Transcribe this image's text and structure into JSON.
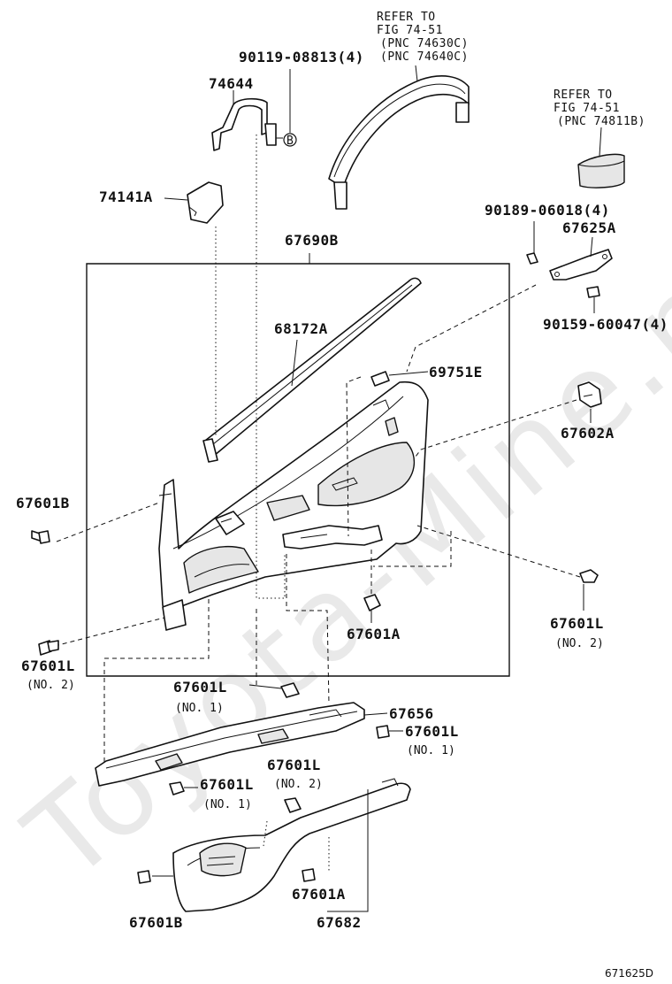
{
  "watermark": "Toyota-Mine.ru",
  "figure_code": "671625D",
  "refs": [
    {
      "line1": "REFER TO",
      "line2": "FIG 74-51",
      "line3": "(PNC 74630C)",
      "line4": "(PNC 74640C)"
    },
    {
      "line1": "REFER TO",
      "line2": "FIG 74-51",
      "line3": "(PNC 74811B)",
      "line4": ""
    }
  ],
  "callout_b": "B",
  "parts": {
    "p74644": "74644",
    "p90119": "90119-08813(4)",
    "p74141A": "74141A",
    "p67690B": "67690B",
    "p68172A": "68172A",
    "p69751E": "69751E",
    "p90189": "90189-06018(4)",
    "p67625A": "67625A",
    "p90159": "90159-60047(4)",
    "p67602A": "67602A",
    "p67601B_top": "67601B",
    "p67601L_right": "67601L",
    "p67601L_right_sub": "(NO. 2)",
    "p67601A_mid": "67601A",
    "p67601L_left": "67601L",
    "p67601L_left_sub": "(NO. 2)",
    "p67601L_center": "67601L",
    "p67601L_center_sub": "(NO. 1)",
    "p67656": "67656",
    "p67601L_656": "67601L",
    "p67601L_656_sub": "(NO. 1)",
    "p67601L_lowmid": "67601L",
    "p67601L_lowmid_sub": "(NO. 2)",
    "p67601L_lowleft": "67601L",
    "p67601L_lowleft_sub": "(NO. 1)",
    "p67601A_low": "67601A",
    "p67601B_low": "67601B",
    "p67682": "67682"
  }
}
